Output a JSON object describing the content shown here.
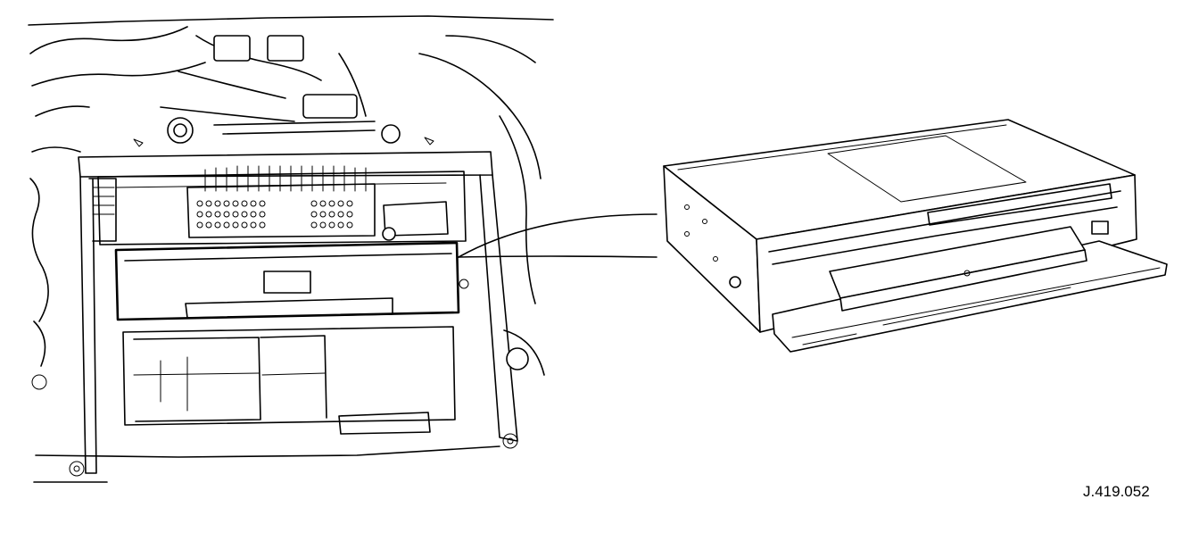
{
  "figure": {
    "reference_code": "J.419.052",
    "line_color": "#000000",
    "background_color": "#ffffff",
    "components": [
      "dashboard-installation-view",
      "cd-changer-unit-detail",
      "callout-leader"
    ]
  }
}
